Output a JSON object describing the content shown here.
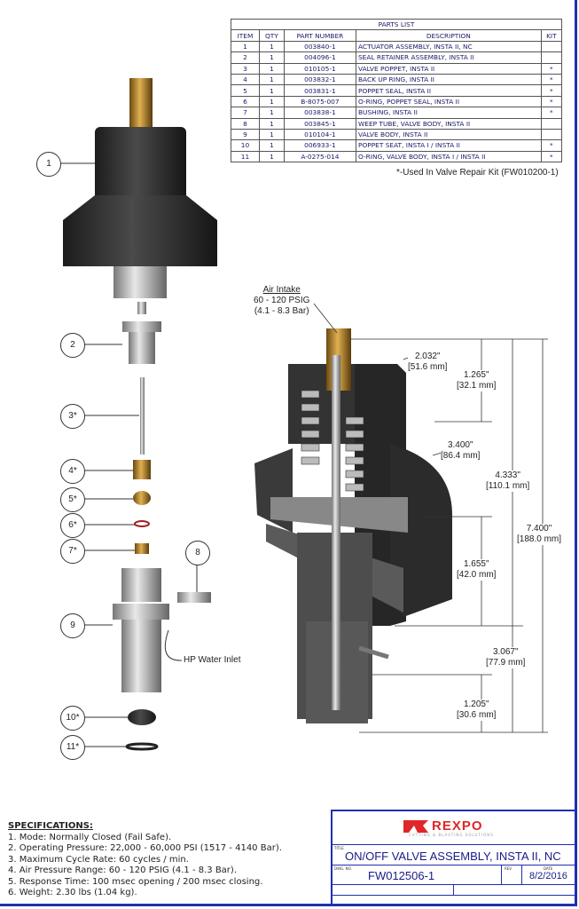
{
  "parts_list": {
    "title": "PARTS LIST",
    "headers": [
      "ITEM",
      "QTY",
      "PART NUMBER",
      "DESCRIPTION",
      "KIT"
    ],
    "rows": [
      [
        "1",
        "1",
        "003840-1",
        "ACTUATOR ASSEMBLY, INSTA II, NC",
        ""
      ],
      [
        "2",
        "1",
        "004096-1",
        "SEAL RETAINER ASSEMBLY, INSTA II",
        ""
      ],
      [
        "3",
        "1",
        "010105-1",
        "VALVE POPPET, INSTA II",
        "*"
      ],
      [
        "4",
        "1",
        "003832-1",
        "BACK UP RING, INSTA II",
        "*"
      ],
      [
        "5",
        "1",
        "003831-1",
        "POPPET SEAL, INSTA II",
        "*"
      ],
      [
        "6",
        "1",
        "B-8075-007",
        "O-RING, POPPET SEAL, INSTA II",
        "*"
      ],
      [
        "7",
        "1",
        "003838-1",
        "BUSHING, INSTA II",
        "*"
      ],
      [
        "8",
        "1",
        "003845-1",
        "WEEP TUBE, VALVE BODY, INSTA II",
        ""
      ],
      [
        "9",
        "1",
        "010104-1",
        "VALVE BODY, INSTA II",
        ""
      ],
      [
        "10",
        "1",
        "006933-1",
        "POPPET SEAT, INSTA I / INSTA II",
        "*"
      ],
      [
        "11",
        "1",
        "A-0275-014",
        "O-RING, VALVE BODY, INSTA I / INSTA II",
        "*"
      ]
    ],
    "kit_note": "*-Used In Valve Repair Kit (FW010200-1)"
  },
  "callouts": [
    "1",
    "2",
    "3*",
    "4*",
    "5*",
    "6*",
    "7*",
    "8",
    "9",
    "10*",
    "11*"
  ],
  "labels": {
    "hp_water_inlet": "HP Water Inlet",
    "air_intake_title": "Air Intake",
    "air_intake_psig": "60 - 120 PSIG",
    "air_intake_bar": "(4.1 - 8.3 Bar)"
  },
  "dimensions": [
    {
      "in": "2.032\"",
      "mm": "[51.6 mm]"
    },
    {
      "in": "1.265\"",
      "mm": "[32.1 mm]"
    },
    {
      "in": "3.400\"",
      "mm": "[86.4 mm]"
    },
    {
      "in": "4.333\"",
      "mm": "[110.1 mm]"
    },
    {
      "in": "7.400\"",
      "mm": "[188.0 mm]"
    },
    {
      "in": "1.655\"",
      "mm": "[42.0 mm]"
    },
    {
      "in": "3.067\"",
      "mm": "[77.9 mm]"
    },
    {
      "in": "1.205\"",
      "mm": "[30.6 mm]"
    }
  ],
  "specifications": {
    "heading": "SPECIFICATIONS:",
    "items": [
      "1. Mode: Normally Closed (Fail Safe).",
      "2. Operating Pressure: 22,000 - 60,000 PSI (1517 - 4140 Bar).",
      "3. Maximum Cycle Rate: 60 cycles / min.",
      "4. Air Pressure Range: 60 - 120 PSIG (4.1 - 8.3 Bar).",
      "5. Response Time: 100 msec opening / 200 msec closing.",
      "6. Weight: 2.30 lbs (1.04 kg)."
    ]
  },
  "title_block": {
    "logo": "REXPO",
    "logo_tagline": "CUTTING & BLASTING SOLUTIONS",
    "title_label": "TITLE",
    "title": "ON/OFF VALVE ASSEMBLY, INSTA II, NC",
    "dwg_label": "DWG. NO.",
    "dwg_no": "FW012506-1",
    "rev_label": "REV.",
    "date_label": "DATE",
    "date": "8/2/2016"
  },
  "colors": {
    "border": "#1f2fb0",
    "logo": "#e0262a",
    "table_text": "#1a1a6a",
    "brass": "#b8862e",
    "actuator": "#2e2e2e"
  }
}
